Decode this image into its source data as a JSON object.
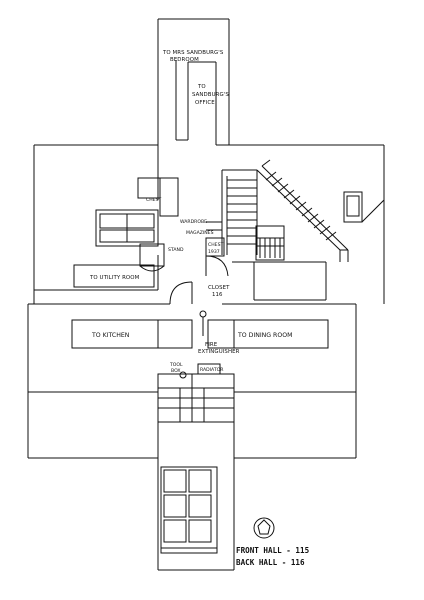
{
  "labels": {
    "to_sandburg_bedroom_1": "TO MRS SANDBURG'S",
    "to_sandburg_bedroom_2": "BEDROOM",
    "to_sandburg_office_1": "TO",
    "to_sandburg_office_2": "SANDBURG'S",
    "to_sandburg_office_3": "OFFICE",
    "chest_1": "CHEST",
    "wardrobe": "WARDROBE",
    "magazines": "MAGAZINES",
    "chest_2_a": "CHEST",
    "chest_2_b": "1937",
    "stand": "STAND",
    "to_utility_room": "TO UTILITY ROOM",
    "closet_1": "CLOSET",
    "closet_2": "116",
    "to_kitchen": "TO KITCHEN",
    "to_dining_room": "TO DINING ROOM",
    "fire_1": "FIRE",
    "fire_2": "EXTINGUISHER",
    "tool_1": "TOOL",
    "tool_2": "BOX",
    "radiator": "RADIATOR"
  },
  "title": {
    "line1": "FRONT HALL - 115",
    "line2": "BACK HALL - 116"
  },
  "colors": {
    "line": "#111111",
    "background": "#ffffff"
  }
}
